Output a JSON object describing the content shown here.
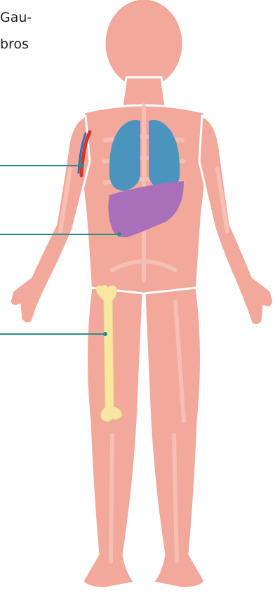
{
  "caption": {
    "line1": "Gau-",
    "line2": "bros"
  },
  "colors": {
    "skin": "#f2a89a",
    "skin_outline": "#ffffff",
    "skeleton": "#f7c2b6",
    "lungs": "#4a94be",
    "liver": "#a870b8",
    "femur": "#f7e7a0",
    "leader_line": "#2b8c8c",
    "vessel_red": "#d9342b",
    "vessel_blue": "#3a6fbf"
  },
  "organs": [
    {
      "name": "vessels",
      "icon": "blood-vessel-icon"
    },
    {
      "name": "liver",
      "icon": "liver-icon"
    },
    {
      "name": "femur",
      "icon": "bone-icon"
    }
  ]
}
